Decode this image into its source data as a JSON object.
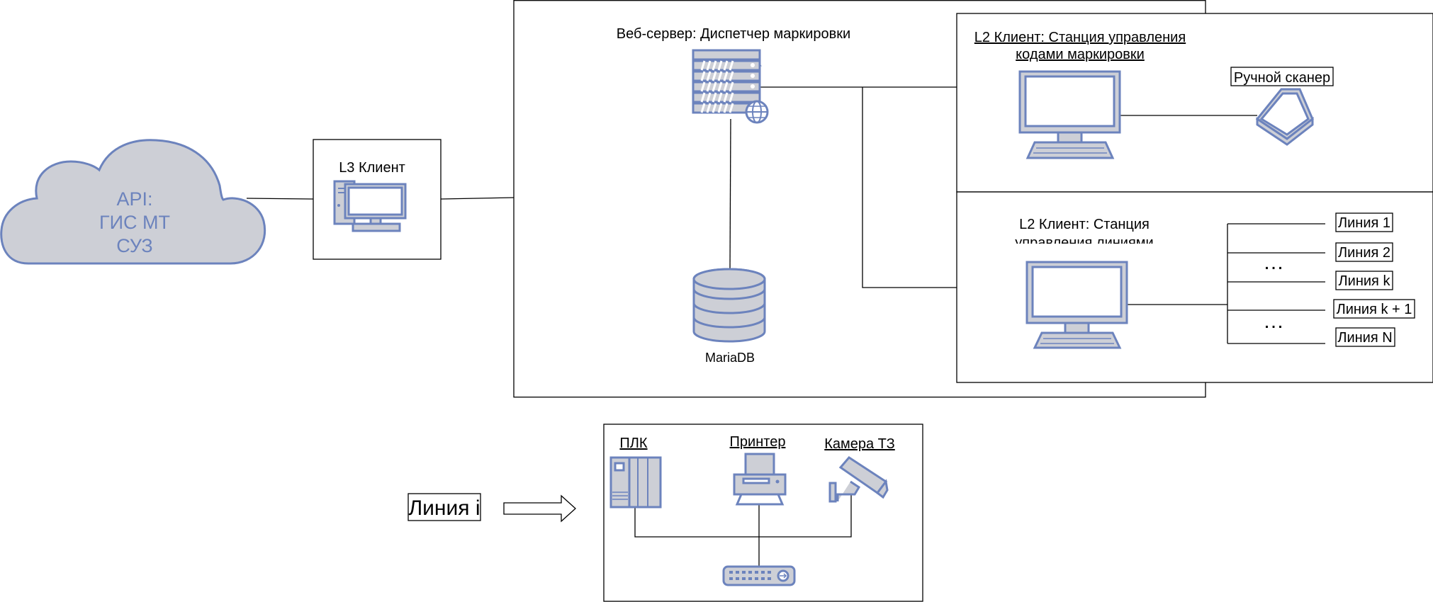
{
  "cloud": {
    "lines": [
      "API:",
      "ГИС МТ",
      "СУЗ"
    ]
  },
  "l3_client": {
    "label": "L3 Клиент"
  },
  "web_server": {
    "label": "Веб-сервер: Диспетчер маркировки"
  },
  "database": {
    "label": "MariaDB"
  },
  "l2_marking": {
    "label_line1": "L2 Клиент: Станция управления",
    "label_line2": "кодами маркировки"
  },
  "hand_scanner": {
    "label": "Ручной сканер"
  },
  "l2_lines": {
    "label_line1": "L2 Клиент: Станция",
    "label_line2": "управления линиями"
  },
  "lines": {
    "items": [
      "Линия 1",
      "Линия 2",
      "Линия k",
      "Линия k + 1",
      "Линия N"
    ],
    "ellipsis": "…"
  },
  "line_detail": {
    "title": "Линия i",
    "plc": "ПЛК",
    "printer": "Принтер",
    "camera": "Камера ТЗ"
  },
  "colors": {
    "icon_stroke": "#6c83bd",
    "icon_fill": "#cdcfd6"
  },
  "icons": [
    "cloud",
    "desktop-computer",
    "server-with-globe",
    "database",
    "monitor",
    "flatbed-scanner",
    "plc",
    "printer",
    "security-camera",
    "network-switch",
    "arrow-right"
  ]
}
